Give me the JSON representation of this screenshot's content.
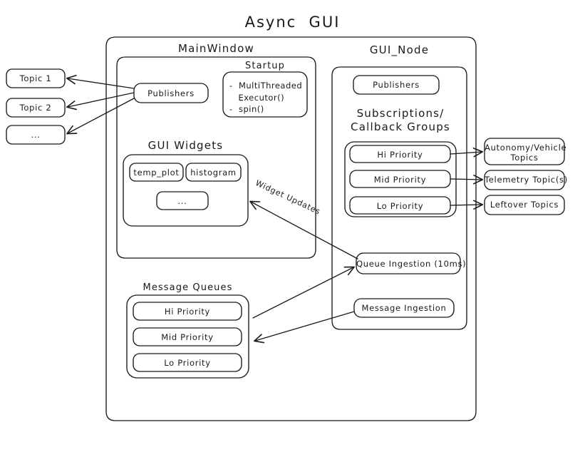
{
  "diagram": {
    "title": "Async  GUI",
    "background_color": "#ffffff",
    "stroke_color": "#1a1a1a",
    "text_color": "#1a1a1a"
  },
  "external_topics_left": [
    {
      "label": "Topic 1"
    },
    {
      "label": "Topic 2"
    },
    {
      "label": "..."
    }
  ],
  "external_topics_right": [
    {
      "label": "Autonomy/Vehicle\nTopics"
    },
    {
      "label": "Telemetry Topic(s)"
    },
    {
      "label": "Leftover Topics"
    }
  ],
  "main_window": {
    "title": "MainWindow",
    "publishers": {
      "label": "Publishers"
    },
    "startup": {
      "title": "Startup",
      "items": "-  MultiThreaded\n   Executor()\n-  spin()"
    },
    "gui_widgets": {
      "title": "GUI Widgets",
      "widgets": [
        {
          "label": "temp_plot"
        },
        {
          "label": "histogram"
        },
        {
          "label": "..."
        }
      ]
    }
  },
  "message_queues": {
    "title": "Message Queues",
    "queues": [
      {
        "label": "Hi Priority"
      },
      {
        "label": "Mid Priority"
      },
      {
        "label": "Lo Priority"
      }
    ]
  },
  "gui_node": {
    "title": "GUI_Node",
    "publishers": {
      "label": "Publishers"
    },
    "subscriptions": {
      "title": "Subscriptions/\nCallback Groups",
      "groups": [
        {
          "label": "Hi Priority"
        },
        {
          "label": "Mid Priority"
        },
        {
          "label": "Lo Priority"
        }
      ]
    },
    "queue_ingestion": {
      "label": "Queue Ingestion (10ms)"
    },
    "message_ingestion": {
      "label": "Message Ingestion"
    }
  },
  "edges": [
    {
      "label": "Widget Updates"
    }
  ]
}
